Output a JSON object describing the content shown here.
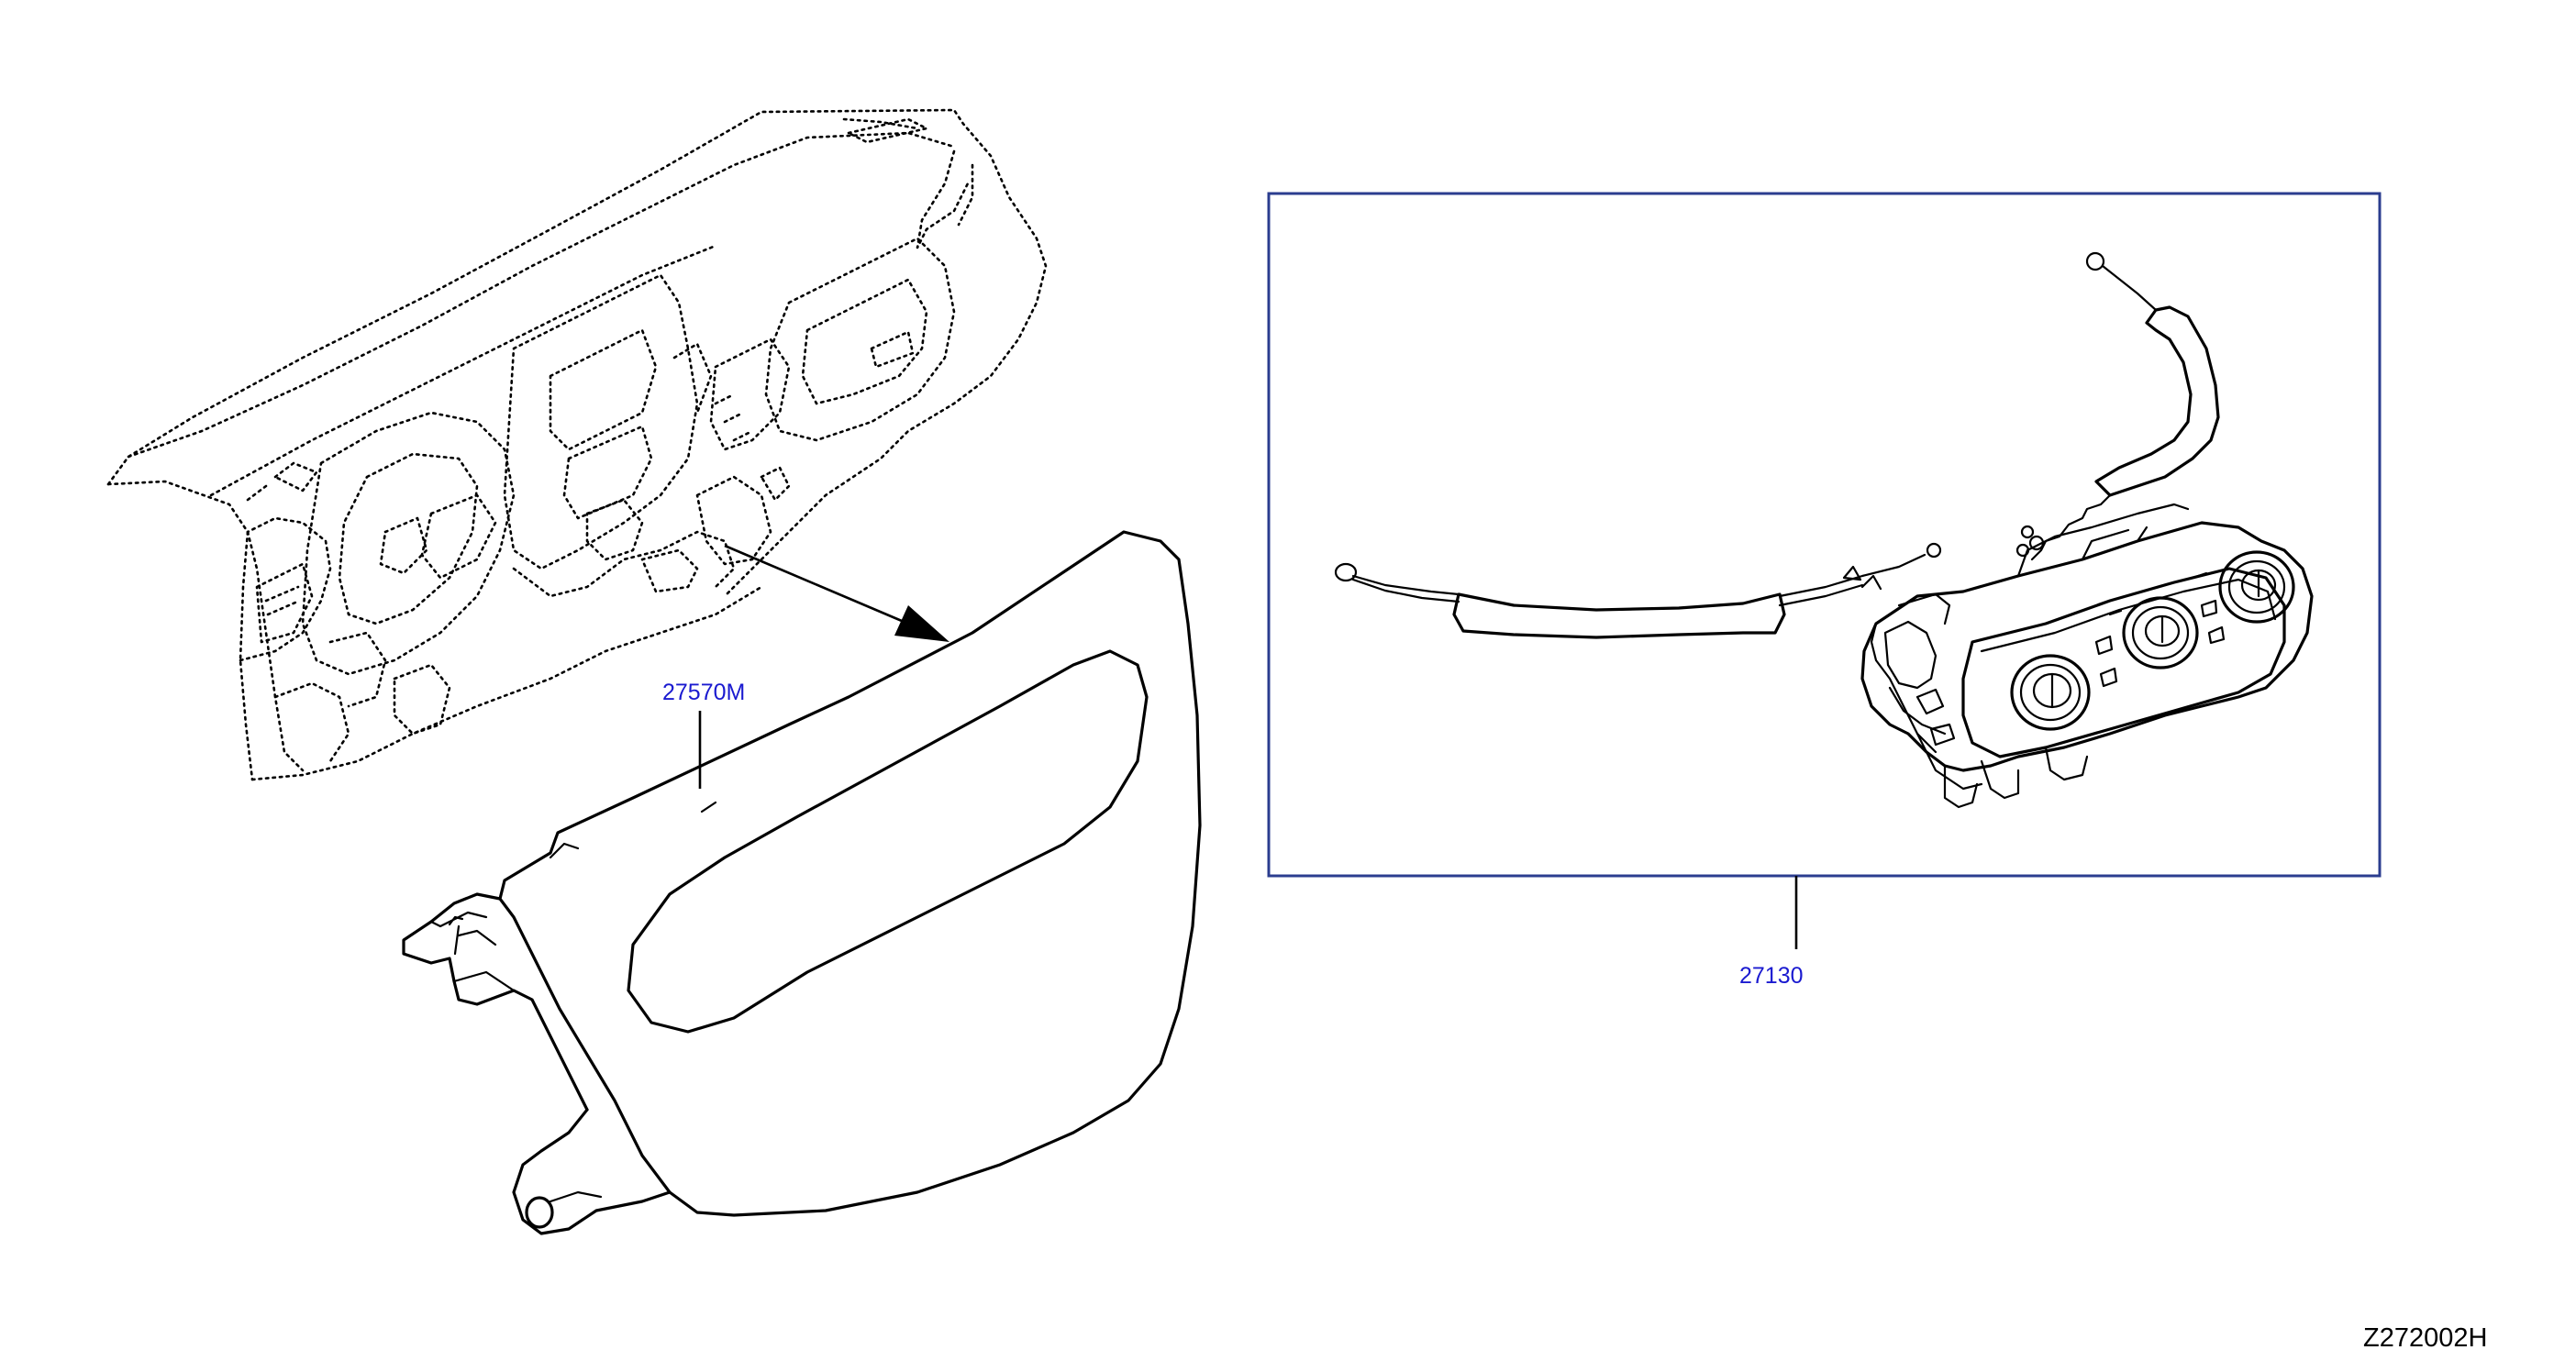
{
  "colors": {
    "callout_text": "#1a1ad0",
    "callout_frame": "#2b3d8f",
    "line_art": "#000000",
    "code_text": "#000000"
  },
  "callouts": [
    {
      "part_number": "27570M"
    },
    {
      "part_number": "27130"
    }
  ],
  "illustrations": [
    {
      "icon": "instrument-panel-dashed-outline-icon"
    },
    {
      "icon": "heater-control-finisher-icon"
    },
    {
      "icon": "heater-control-assembly-icon"
    },
    {
      "icon": "control-cable-icon"
    }
  ],
  "figure_code": "Z272002H"
}
